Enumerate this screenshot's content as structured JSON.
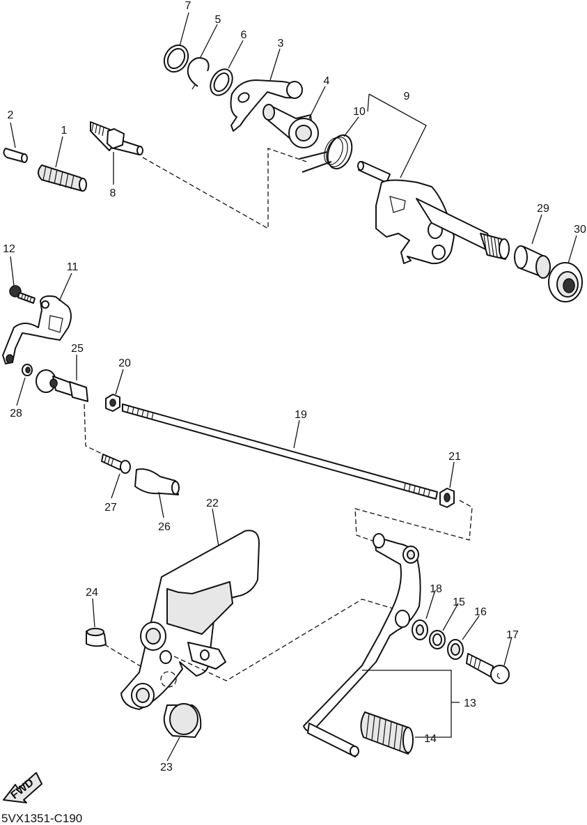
{
  "diagram": {
    "part_labels": {
      "p1": "1",
      "p2": "2",
      "p3": "3",
      "p4": "4",
      "p5": "5",
      "p6": "6",
      "p7": "7",
      "p8": "8",
      "p9": "9",
      "p10": "10",
      "p11": "11",
      "p12": "12",
      "p13": "13",
      "p14": "14",
      "p15": "15",
      "p16": "16",
      "p17": "17",
      "p18": "18",
      "p19": "19",
      "p20": "20",
      "p21": "21",
      "p22": "22",
      "p23": "23",
      "p24": "24",
      "p25": "25",
      "p26": "26",
      "p27": "27",
      "p28": "28",
      "p29": "29",
      "p30": "30"
    },
    "fwd_label": "FWD",
    "drawing_code": "5VX1351-C190"
  }
}
